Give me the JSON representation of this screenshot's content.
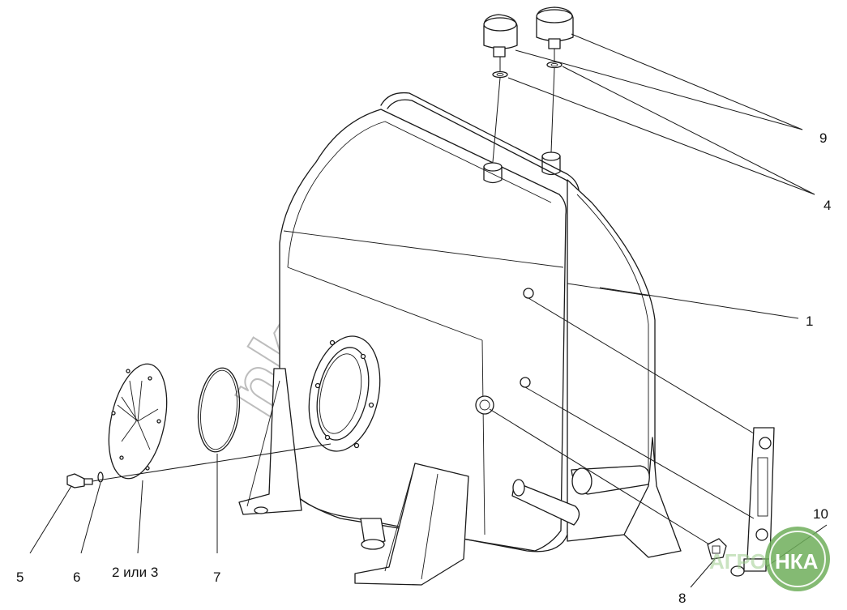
{
  "callouts": {
    "c1": "1",
    "c2": "2 или 3",
    "c4": "4",
    "c5": "5",
    "c6": "6",
    "c7": "7",
    "c8": "8",
    "c9": "9",
    "c10": "10"
  },
  "watermark": "nka.by",
  "logo": {
    "text_left": "АГРО",
    "text_right": "НКА",
    "color": "#6fae5a"
  }
}
